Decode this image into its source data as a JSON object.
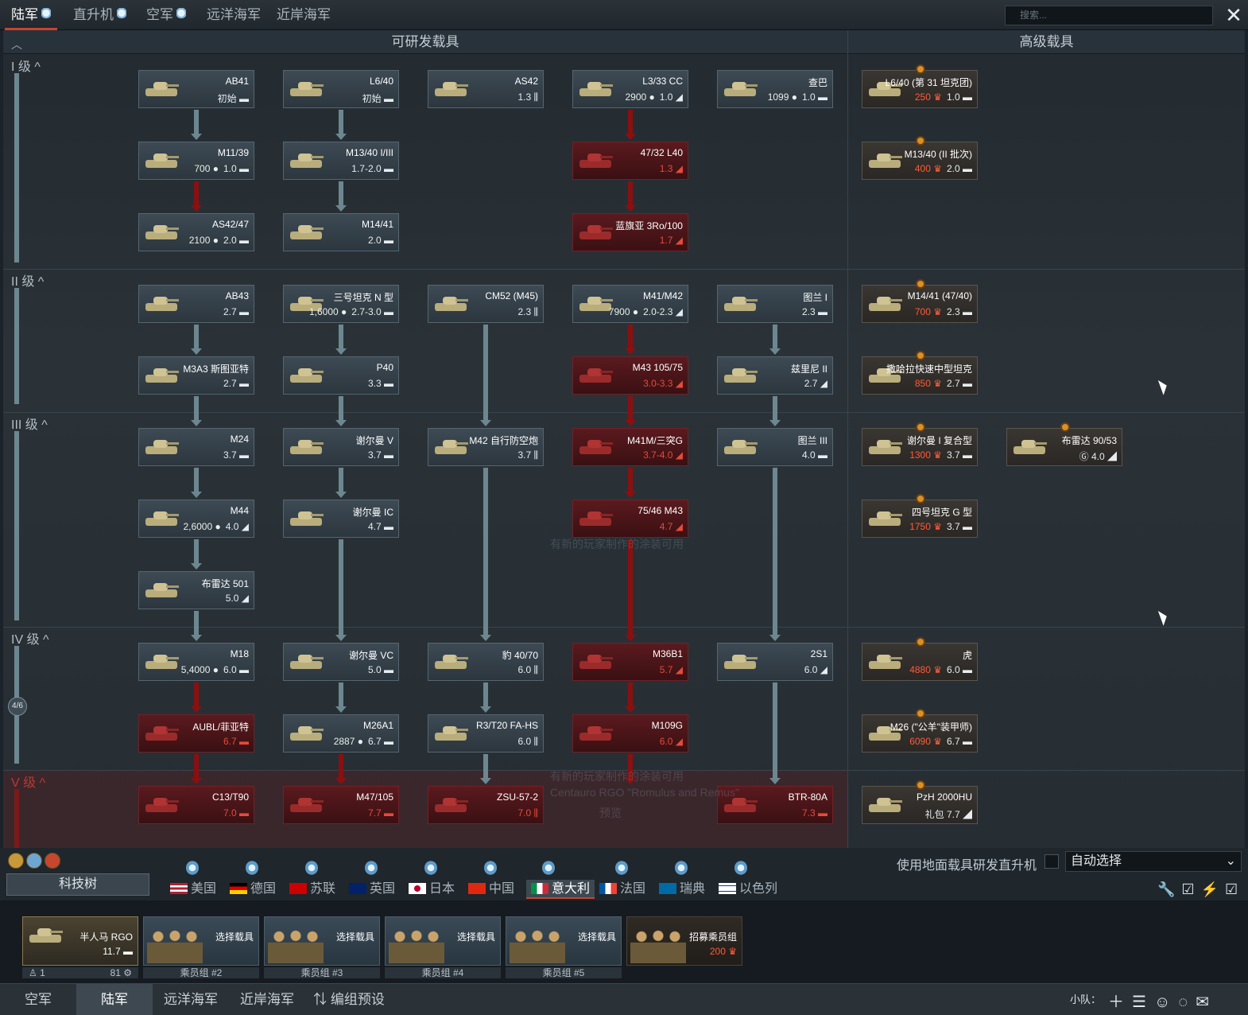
{
  "top_tabs": [
    {
      "label": "陆军",
      "active": true,
      "bulb": true
    },
    {
      "label": "直升机",
      "active": false,
      "bulb": true
    },
    {
      "label": "空军",
      "active": false,
      "bulb": true
    },
    {
      "label": "远洋海军",
      "active": false,
      "bulb": false
    },
    {
      "label": "近岸海军",
      "active": false,
      "bulb": false
    }
  ],
  "search": {
    "placeholder": "搜索..."
  },
  "close_label": "✕",
  "columns": {
    "researchable": "可研发载具",
    "premium": "高级载具"
  },
  "ranks": [
    {
      "label": "I 级 ^",
      "locked": false
    },
    {
      "label": "II 级 ^",
      "locked": false
    },
    {
      "label": "III 级 ^",
      "locked": false
    },
    {
      "label": "IV 级 ^",
      "locked": false
    },
    {
      "label": "V 级 ^",
      "locked": true
    }
  ],
  "rank_progress": "4/6",
  "vehicles": [
    {
      "name": "AB41",
      "info": "初始 ▬",
      "cost": "",
      "state": "researched"
    },
    {
      "name": "L6/40",
      "info": "初始 ▬",
      "cost": "",
      "state": "researched"
    },
    {
      "name": "AS42",
      "info": "1.3 ⫼",
      "cost": "",
      "state": "researched"
    },
    {
      "name": "L3/33 CC",
      "info": "1.0 ◢",
      "cost": "2900",
      "state": "researched"
    },
    {
      "name": "查巴",
      "info": "1.0 ▬",
      "cost": "1099",
      "state": "researched"
    },
    {
      "name": "M11/39",
      "info": "1.0 ▬",
      "cost": "700",
      "state": "researched"
    },
    {
      "name": "M13/40 I/III",
      "info": "1.7-2.0 ▬",
      "cost": "",
      "state": "researched"
    },
    {
      "name": "47/32 L40",
      "info": "1.3 ◢",
      "cost": "",
      "state": "locked"
    },
    {
      "name": "AS42/47",
      "info": "2.0 ▬",
      "cost": "2100",
      "state": "researched"
    },
    {
      "name": "M14/41",
      "info": "2.0 ▬",
      "cost": "",
      "state": "researched"
    },
    {
      "name": "蓝旗亚 3Ro/100",
      "info": "1.7 ◢",
      "cost": "",
      "state": "locked"
    },
    {
      "name": "AB43",
      "info": "2.7 ▬",
      "cost": "",
      "state": "researched"
    },
    {
      "name": "三号坦克 N 型",
      "info": "2.7-3.0 ▬",
      "cost": "1,6000",
      "state": "researched"
    },
    {
      "name": "CM52 (M45)",
      "info": "2.3 ⫼",
      "cost": "",
      "state": "researched"
    },
    {
      "name": "M41/M42",
      "info": "2.0-2.3 ◢",
      "cost": "7900",
      "state": "researched"
    },
    {
      "name": "图兰 I",
      "info": "2.3 ▬",
      "cost": "",
      "state": "researched"
    },
    {
      "name": "M3A3 斯图亚特",
      "info": "2.7 ▬",
      "cost": "",
      "state": "researched"
    },
    {
      "name": "P40",
      "info": "3.3 ▬",
      "cost": "",
      "state": "researched"
    },
    {
      "name": "M43 105/75",
      "info": "3.0-3.3 ◢",
      "cost": "",
      "state": "locked"
    },
    {
      "name": "兹里尼 II",
      "info": "2.7 ◢",
      "cost": "",
      "state": "researched"
    },
    {
      "name": "M24",
      "info": "3.7 ▬",
      "cost": "",
      "state": "researched"
    },
    {
      "name": "谢尔曼 V",
      "info": "3.7 ▬",
      "cost": "",
      "state": "researched"
    },
    {
      "name": "M42 自行防空炮",
      "info": "3.7 ⫼",
      "cost": "",
      "state": "researched"
    },
    {
      "name": "M41M/三突G",
      "info": "3.7-4.0 ◢",
      "cost": "",
      "state": "locked"
    },
    {
      "name": "图兰 III",
      "info": "4.0 ▬",
      "cost": "",
      "state": "researched"
    },
    {
      "name": "M44",
      "info": "4.0 ◢",
      "cost": "2,6000",
      "state": "researched"
    },
    {
      "name": "谢尔曼 IC",
      "info": "4.7 ▬",
      "cost": "",
      "state": "researched"
    },
    {
      "name": "75/46 M43",
      "info": "4.7 ◢",
      "cost": "",
      "state": "locked"
    },
    {
      "name": "布雷达 501",
      "info": "5.0 ◢",
      "cost": "",
      "state": "researched"
    },
    {
      "name": "M18",
      "info": "6.0 ▬",
      "cost": "5,4000",
      "state": "researched"
    },
    {
      "name": "谢尔曼 VC",
      "info": "5.0 ▬",
      "cost": "",
      "state": "researched"
    },
    {
      "name": "豹 40/70",
      "info": "6.0 ⫼",
      "cost": "",
      "state": "researched"
    },
    {
      "name": "M36B1",
      "info": "5.7 ◢",
      "cost": "",
      "state": "locked"
    },
    {
      "name": "2S1",
      "info": "6.0 ◢",
      "cost": "",
      "state": "researched"
    },
    {
      "name": "AUBL/菲亚特",
      "info": "6.7 ▬",
      "cost": "",
      "state": "locked"
    },
    {
      "name": "M26A1",
      "info": "6.7 ▬",
      "cost": "2887",
      "state": "researched"
    },
    {
      "name": "R3/T20 FA-HS",
      "info": "6.0 ⫼",
      "cost": "",
      "state": "researched"
    },
    {
      "name": "M109G",
      "info": "6.0 ◢",
      "cost": "",
      "state": "locked"
    },
    {
      "name": "C13/T90",
      "info": "7.0 ▬",
      "cost": "",
      "state": "locked"
    },
    {
      "name": "M47/105",
      "info": "7.7 ▬",
      "cost": "",
      "state": "locked"
    },
    {
      "name": "ZSU-57-2",
      "info": "7.0 ⫼",
      "cost": "",
      "state": "locked"
    },
    {
      "name": "BTR-80A",
      "info": "7.3 ▬",
      "cost": "",
      "state": "locked"
    }
  ],
  "premium_vehicles": [
    {
      "name": "L6/40 (第 31 坦克团)",
      "info": "1.0 ▬",
      "cost": "250"
    },
    {
      "name": "M13/40 (II 批次)",
      "info": "2.0 ▬",
      "cost": "400"
    },
    {
      "name": "M14/41 (47/40)",
      "info": "2.3 ▬",
      "cost": "700"
    },
    {
      "name": "撒哈拉快速中型坦克",
      "info": "2.7 ▬",
      "cost": "850"
    },
    {
      "name": "谢尔曼 I 复合型",
      "info": "3.7 ▬",
      "cost": "1300"
    },
    {
      "name": "布雷达 90/53",
      "info": "Ⓖ 4.0 ◢",
      "cost": ""
    },
    {
      "name": "四号坦克 G 型",
      "info": "3.7 ▬",
      "cost": "1750"
    },
    {
      "name": "虎",
      "info": "6.0 ▬",
      "cost": "4880"
    },
    {
      "name": "M26 (\"公羊\"装甲师)",
      "info": "6.7 ▬",
      "cost": "6090"
    },
    {
      "name": "PzH 2000HU",
      "info": "礼包 7.7 ◢",
      "cost": ""
    }
  ],
  "overlay_notes": [
    "有新的玩家制作的涂装可用",
    "有新的玩家制作的涂装可用",
    "Centauro RGO \"Romulus and Remus\"",
    "预览"
  ],
  "techtree_label": "科技树",
  "nations": [
    "美国",
    "德国",
    "苏联",
    "英国",
    "日本",
    "中国",
    "意大利",
    "法国",
    "瑞典",
    "以色列"
  ],
  "active_nation": "意大利",
  "heli_option": "使用地面载具研发直升机",
  "auto_select": "自动选择",
  "crew": [
    {
      "vehicle": "半人马 RGO",
      "br": "11.7 ▬",
      "label_left": "1",
      "label_right": "81",
      "is_vehicle": true
    },
    {
      "vehicle": "选择载具",
      "label": "乘员组 #2"
    },
    {
      "vehicle": "选择载具",
      "label": "乘员组 #3"
    },
    {
      "vehicle": "选择载具",
      "label": "乘员组 #4"
    },
    {
      "vehicle": "选择载具",
      "label": "乘员组 #5"
    },
    {
      "vehicle": "招募乘员组",
      "cost": "200"
    }
  ],
  "bottom_tabs": [
    {
      "label": "空军",
      "active": false
    },
    {
      "label": "陆军",
      "active": true
    },
    {
      "label": "远洋海军",
      "active": false
    },
    {
      "label": "近岸海军",
      "active": false
    },
    {
      "label": "⇅ 编组预设",
      "active": false
    }
  ],
  "squad_label": "小队："
}
